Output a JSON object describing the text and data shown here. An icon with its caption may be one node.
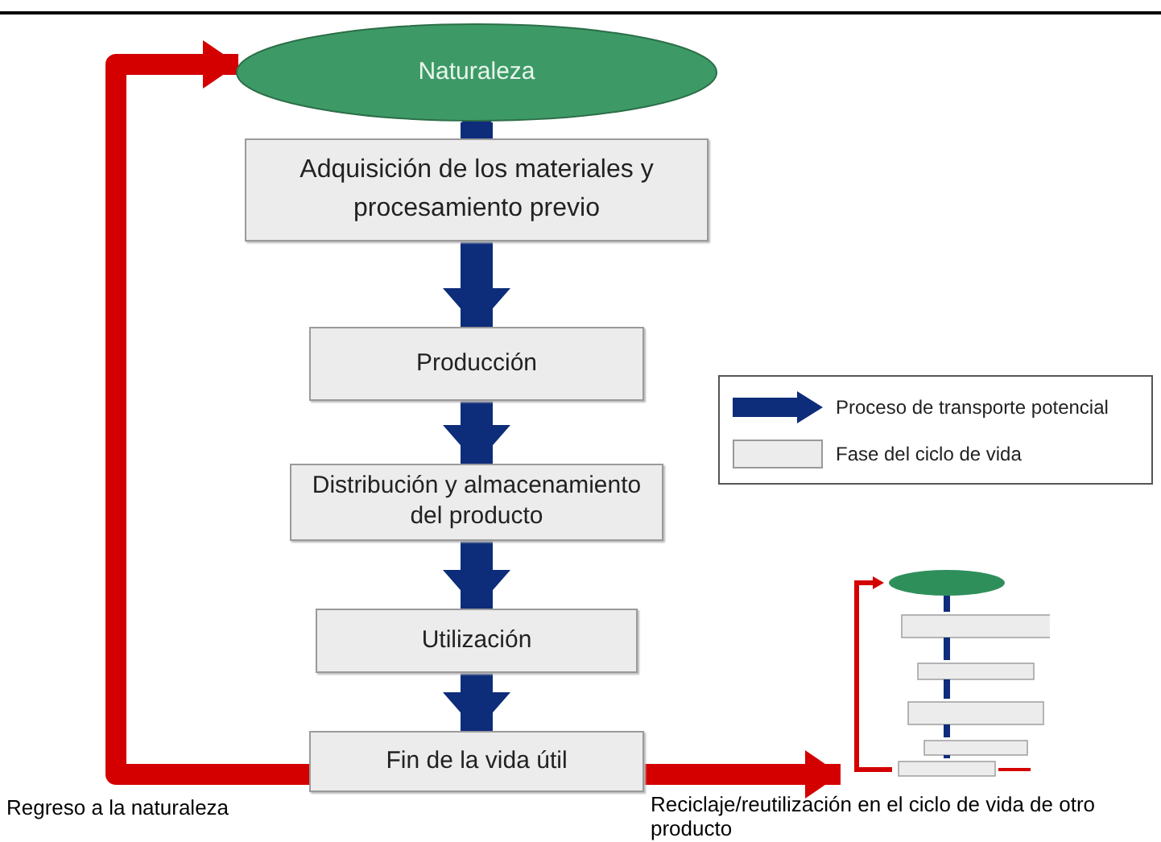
{
  "diagram": {
    "nodes": [
      {
        "text": [
          "Naturaleza"
        ]
      },
      {
        "text": [
          "Adquisición de los materiales y procesamiento previo"
        ]
      },
      {
        "text": [
          "Producción"
        ]
      },
      {
        "text": [
          "Distribución y almacenamiento del producto"
        ]
      },
      {
        "text": [
          "Utilización"
        ]
      },
      {
        "text": [
          "Fin de la vida útil"
        ]
      },
      {
        "text": [],
        "shape": "picture"
      }
    ],
    "edges": [
      {
        "from": 0,
        "to": 1,
        "arrow": "to"
      },
      {
        "from": 1,
        "to": 2,
        "arrow": "to"
      },
      {
        "from": 2,
        "to": 3,
        "arrow": "to"
      },
      {
        "from": 3,
        "to": 4,
        "arrow": "to"
      },
      {
        "from": 4,
        "to": 5,
        "arrow": "to"
      },
      {
        "from": 5,
        "to": 0,
        "arrow": "to",
        "label": "Regreso a la naturaleza",
        "color": "#d40000"
      },
      {
        "from": 5,
        "to": 6,
        "arrow": "to",
        "label": "Reciclaje/reutilización en el ciclo de vida de otro producto",
        "color": "#d40000"
      }
    ],
    "legend": [
      {
        "text": "Proceso de transporte potencial"
      },
      {
        "text": "Fase del ciclo de vida",
        "color": "#ececec"
      }
    ]
  }
}
